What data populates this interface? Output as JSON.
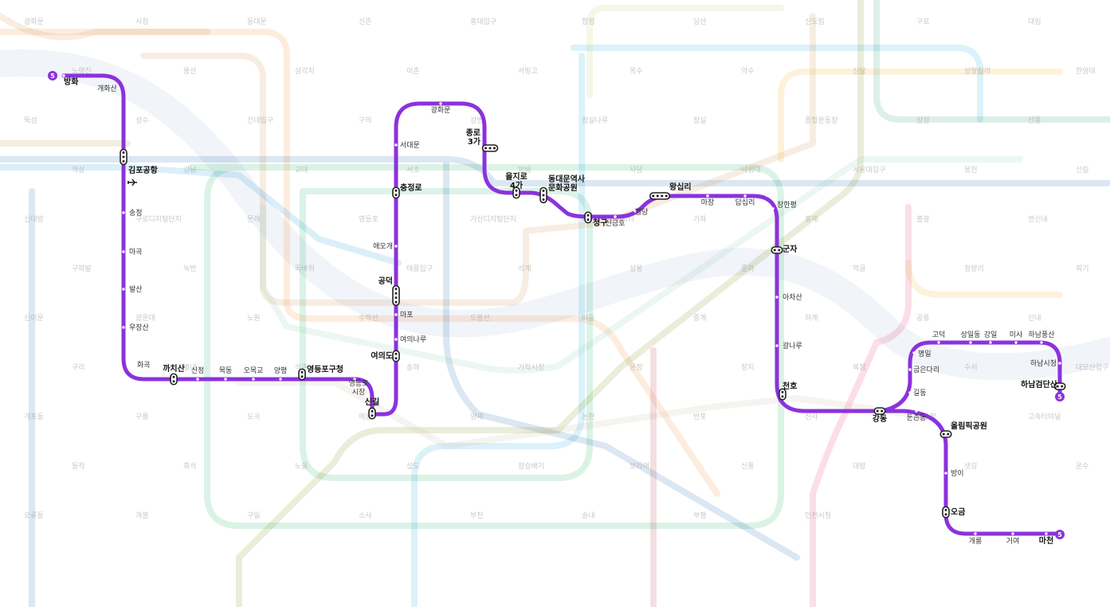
{
  "line": {
    "number": "5",
    "color": "#8b32dd",
    "branches": [
      "방화 – 마천",
      "강동 – 하남검단산"
    ]
  },
  "stations": [
    {
      "id": "banghwa",
      "name": "방화",
      "transfer": false,
      "terminal": true
    },
    {
      "id": "gaehwasan",
      "name": "개화산",
      "transfer": false
    },
    {
      "id": "gimpo_airport",
      "name": "김포공항",
      "transfer": true,
      "airport": true
    },
    {
      "id": "songjeong",
      "name": "송정",
      "transfer": false
    },
    {
      "id": "magok",
      "name": "마곡",
      "transfer": false
    },
    {
      "id": "balsan",
      "name": "발산",
      "transfer": false
    },
    {
      "id": "ujangsan",
      "name": "우장산",
      "transfer": false
    },
    {
      "id": "hwagok",
      "name": "화곡",
      "transfer": false
    },
    {
      "id": "kkachisan",
      "name": "까치산",
      "transfer": true
    },
    {
      "id": "sinjeong",
      "name": "신정",
      "transfer": false
    },
    {
      "id": "mokdong",
      "name": "목동",
      "transfer": false
    },
    {
      "id": "omokgyo",
      "name": "오목교",
      "transfer": false
    },
    {
      "id": "yangpyeong",
      "name": "양평",
      "transfer": false
    },
    {
      "id": "yeongdeungpo_gu",
      "name": "영등포구청",
      "transfer": true
    },
    {
      "id": "yeongdeungpo_market",
      "name": "영등포\n시장",
      "transfer": false
    },
    {
      "id": "singil",
      "name": "신길",
      "transfer": true
    },
    {
      "id": "yeouido",
      "name": "여의도",
      "transfer": true
    },
    {
      "id": "yeouinaru",
      "name": "여의나루",
      "transfer": false
    },
    {
      "id": "mapo",
      "name": "마포",
      "transfer": false
    },
    {
      "id": "gongdeok",
      "name": "공덕",
      "transfer": true
    },
    {
      "id": "aeogae",
      "name": "애오개",
      "transfer": false
    },
    {
      "id": "chungjeongno",
      "name": "충정로",
      "transfer": true
    },
    {
      "id": "seodaemun",
      "name": "서대문",
      "transfer": false
    },
    {
      "id": "gwanghwamun",
      "name": "광화문",
      "transfer": false
    },
    {
      "id": "jongno3ga",
      "name": "종로\n3가",
      "transfer": true
    },
    {
      "id": "euljiro4ga",
      "name": "을지로\n4가",
      "transfer": true
    },
    {
      "id": "ddp",
      "name": "동대문역사\n문화공원",
      "transfer": true
    },
    {
      "id": "cheonggu",
      "name": "청구",
      "transfer": true
    },
    {
      "id": "singeumho",
      "name": "신금호",
      "transfer": false
    },
    {
      "id": "haengdang",
      "name": "행당",
      "transfer": false
    },
    {
      "id": "wangsimni",
      "name": "왕십리",
      "transfer": true
    },
    {
      "id": "majang",
      "name": "마장",
      "transfer": false
    },
    {
      "id": "dapsimni",
      "name": "답십리",
      "transfer": false
    },
    {
      "id": "janghanpyeong",
      "name": "장한평",
      "transfer": false
    },
    {
      "id": "gunja",
      "name": "군자",
      "transfer": true
    },
    {
      "id": "achasan",
      "name": "아차산",
      "transfer": false
    },
    {
      "id": "gwangnaru",
      "name": "광나루",
      "transfer": false
    },
    {
      "id": "cheonho",
      "name": "천호",
      "transfer": true
    },
    {
      "id": "gangdong",
      "name": "강동",
      "transfer": true
    },
    {
      "id": "dunchondong",
      "name": "둔촌동",
      "transfer": false
    },
    {
      "id": "olympic_park",
      "name": "올림픽공원",
      "transfer": true
    },
    {
      "id": "bangi",
      "name": "방이",
      "transfer": false
    },
    {
      "id": "ogeum",
      "name": "오금",
      "transfer": true
    },
    {
      "id": "gaerong",
      "name": "개롱",
      "transfer": false
    },
    {
      "id": "geoyeo",
      "name": "거여",
      "transfer": false
    },
    {
      "id": "macheon",
      "name": "마천",
      "transfer": false,
      "terminal": true
    },
    {
      "id": "gildong",
      "name": "길동",
      "transfer": false
    },
    {
      "id": "gubeundari",
      "name": "굽은다리",
      "transfer": false
    },
    {
      "id": "myeongil",
      "name": "명일",
      "transfer": false
    },
    {
      "id": "godeok",
      "name": "고덕",
      "transfer": false
    },
    {
      "id": "sangil",
      "name": "상일동",
      "transfer": false
    },
    {
      "id": "gangil",
      "name": "강일",
      "transfer": false
    },
    {
      "id": "misa",
      "name": "미사",
      "transfer": false
    },
    {
      "id": "hanam_pungsan",
      "name": "하남풍산",
      "transfer": false
    },
    {
      "id": "hanam_city",
      "name": "하남시청",
      "transfer": false
    },
    {
      "id": "hanam_geomdansan",
      "name": "하남검단산",
      "transfer": false,
      "terminal": true
    }
  ],
  "background_labels": [
    "광화문",
    "시청",
    "동대문",
    "신촌",
    "홍대입구",
    "합정",
    "당산",
    "신도림",
    "구로",
    "대림",
    "노량진",
    "용산",
    "삼각지",
    "이촌",
    "서빙고",
    "옥수",
    "약수",
    "신당",
    "상왕십리",
    "한양대",
    "뚝섬",
    "성수",
    "건대입구",
    "구의",
    "강변",
    "잠실나루",
    "잠실",
    "종합운동장",
    "삼성",
    "선릉",
    "역삼",
    "강남",
    "교대",
    "서초",
    "방배",
    "사당",
    "낙성대",
    "서울대입구",
    "봉천",
    "신림",
    "신대방",
    "구로디지털단지",
    "문래",
    "영등포",
    "가산디지털단지",
    "디지털미디어시티",
    "가좌",
    "홍제",
    "불광",
    "연신내",
    "구파발",
    "녹번",
    "독바위",
    "태릉입구",
    "석계",
    "상봉",
    "중화",
    "먹골",
    "청량리",
    "회기",
    "신이문",
    "광운대",
    "노원",
    "수락산",
    "도봉산",
    "마들",
    "중계",
    "하계",
    "공릉",
    "신내",
    "구리",
    "별내",
    "석촌",
    "송파",
    "가락시장",
    "문정",
    "장지",
    "복정",
    "수서",
    "대모산입구",
    "개포동",
    "구룡",
    "도곡",
    "매봉",
    "양재",
    "논현",
    "반포",
    "신사",
    "압구정",
    "고속터미널",
    "동작",
    "흑석",
    "노들",
    "상도",
    "장승배기",
    "보라매",
    "신풍",
    "대방",
    "샛강",
    "온수",
    "오류동",
    "개봉",
    "구일",
    "소사",
    "부천",
    "송내",
    "부평",
    "인천시청"
  ],
  "colors": {
    "line5": "#8b32dd",
    "background_line1": "#0052a4",
    "background_line2": "#00a84d",
    "background_line3": "#ef7c1c",
    "background_line4": "#00a5de",
    "background_line6": "#cd7c2f",
    "background_line7": "#747f00",
    "background_line8": "#e6186c",
    "background_line9": "#bdb092",
    "background_gyeongui": "#77c4a3",
    "river": "#8fa8cf"
  },
  "icons": {
    "airport": "airplane-icon",
    "line_badge": "line-5-badge"
  }
}
